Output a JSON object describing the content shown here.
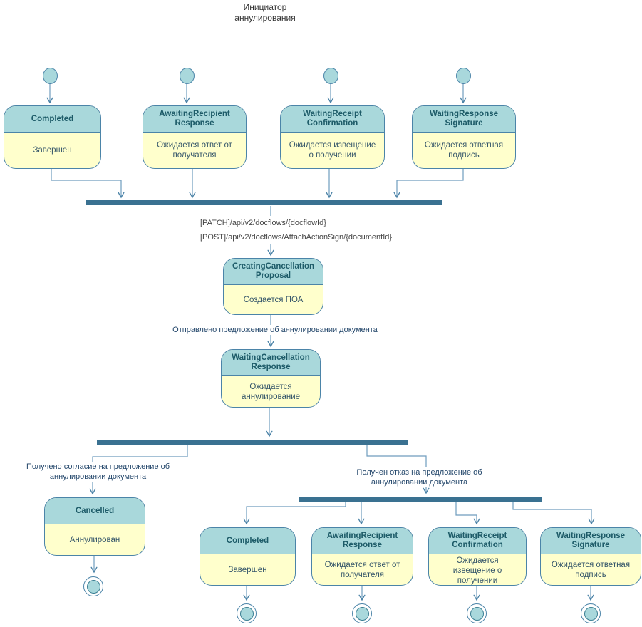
{
  "title": {
    "line1": "Инициатор",
    "line2": "аннулирования"
  },
  "api_call": {
    "line1": "[PATCH]/api/v2/docflows/{docflowId}",
    "line2": "[POST]/api/v2/docflows/AttachActionSign/{documentId}"
  },
  "transition_labels": {
    "proposal_sent": "Отправлено предложение об аннулировании документа",
    "agreement_received": "Получено согласие на предложение об аннулировании документа",
    "refusal_received": "Получен отказ на предложение об аннулировании документа"
  },
  "states": {
    "top_completed": {
      "title": "Completed",
      "desc": "Завершен"
    },
    "top_awaiting_recipient_response": {
      "title": "AwaitingRecipient Response",
      "desc": "Ожидается ответ от получателя"
    },
    "top_waiting_receipt_confirmation": {
      "title": "WaitingReceipt Confirmation",
      "desc": "Ожидается извещение о получении"
    },
    "top_waiting_response_signature": {
      "title": "WaitingResponse Signature",
      "desc": "Ожидается ответная подпись"
    },
    "creating_cancellation_proposal": {
      "title": "CreatingCancellation Proposal",
      "desc": "Создается ПОА"
    },
    "waiting_cancellation_response": {
      "title": "WaitingCancellation Response",
      "desc": "Ожидается аннулирование"
    },
    "cancelled": {
      "title": "Cancelled",
      "desc": "Аннулирован"
    },
    "bottom_completed": {
      "title": "Completed",
      "desc": "Завершен"
    },
    "bottom_awaiting_recipient_response": {
      "title": "AwaitingRecipient Response",
      "desc": "Ожидается ответ от получателя"
    },
    "bottom_waiting_receipt_confirmation": {
      "title": "WaitingReceipt Confirmation",
      "desc": "Ожидается извещение о получении"
    },
    "bottom_waiting_response_signature": {
      "title": "WaitingResponse Signature",
      "desc": "Ожидается ответная подпись"
    }
  },
  "colors": {
    "state_header_fill": "#a9d8db",
    "state_body_fill": "#ffffcc",
    "state_border": "#4b84a8",
    "sync_bar_fill": "#3a7191",
    "connector_line": "#6f9cbe",
    "arrowhead": "#4a82a6",
    "header_text": "#1d5b68",
    "body_text": "#35566a",
    "label_text": "#24476b",
    "api_text": "#444444",
    "node_fill": "#a9d8dc",
    "final_dot_border": "#3b7f93",
    "title_text": "#333333"
  }
}
